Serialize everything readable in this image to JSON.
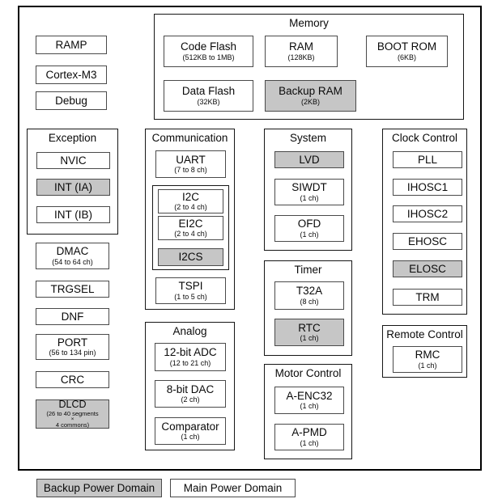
{
  "colors": {
    "backup_domain_fill": "#c6c6c6",
    "main_domain_fill": "#ffffff",
    "border": "#000000"
  },
  "cpu": {
    "blocks": [
      {
        "label": "RAMP"
      },
      {
        "label": "Cortex-M3"
      },
      {
        "label": "Debug"
      }
    ]
  },
  "memory": {
    "title": "Memory",
    "blocks": [
      {
        "label": "Code Flash",
        "sub": "(512KB to 1MB)"
      },
      {
        "label": "RAM",
        "sub": "(128KB)"
      },
      {
        "label": "BOOT ROM",
        "sub": "(6KB)"
      },
      {
        "label": "Data Flash",
        "sub": "(32KB)"
      },
      {
        "label": "Backup RAM",
        "sub": "(2KB)",
        "domain": "backup"
      }
    ]
  },
  "exception": {
    "title": "Exception",
    "blocks": [
      {
        "label": "NVIC"
      },
      {
        "label": "INT (IA)",
        "domain": "backup"
      },
      {
        "label": "INT (IB)"
      }
    ]
  },
  "left_col": {
    "blocks": [
      {
        "label": "DMAC",
        "sub": "(54 to 64 ch)"
      },
      {
        "label": "TRGSEL"
      },
      {
        "label": "DNF"
      },
      {
        "label": "PORT",
        "sub": "(56 to 134 pin)"
      },
      {
        "label": "CRC"
      },
      {
        "label": "DLCD",
        "sub1": "(26 to 40 segments",
        "sub2": "×",
        "sub3": "4 commons)",
        "domain": "backup"
      }
    ]
  },
  "comm": {
    "title": "Communication",
    "blocks": [
      {
        "label": "UART",
        "sub": "(7 to 8 ch)"
      },
      {
        "label": "I2C",
        "sub": "(2 to 4 ch)"
      },
      {
        "label": "EI2C",
        "sub": "(2 to 4 ch)"
      },
      {
        "label": "I2CS",
        "domain": "backup"
      },
      {
        "label": "TSPI",
        "sub": "(1 to 5 ch)"
      }
    ]
  },
  "analog": {
    "title": "Analog",
    "blocks": [
      {
        "label": "12-bit ADC",
        "sub": "(12 to 21 ch)"
      },
      {
        "label": "8-bit DAC",
        "sub": "(2 ch)"
      },
      {
        "label": "Comparator",
        "sub": "(1 ch)"
      }
    ]
  },
  "system": {
    "title": "System",
    "blocks": [
      {
        "label": "LVD",
        "domain": "backup"
      },
      {
        "label": "SIWDT",
        "sub": "(1 ch)"
      },
      {
        "label": "OFD",
        "sub": "(1 ch)"
      }
    ]
  },
  "timer": {
    "title": "Timer",
    "blocks": [
      {
        "label": "T32A",
        "sub": "(8 ch)"
      },
      {
        "label": "RTC",
        "sub": "(1 ch)",
        "domain": "backup"
      }
    ]
  },
  "motor": {
    "title": "Motor Control",
    "blocks": [
      {
        "label": "A-ENC32",
        "sub": "(1 ch)"
      },
      {
        "label": "A-PMD",
        "sub": "(1 ch)"
      }
    ]
  },
  "clock": {
    "title": "Clock Control",
    "blocks": [
      {
        "label": "PLL"
      },
      {
        "label": "IHOSC1"
      },
      {
        "label": "IHOSC2"
      },
      {
        "label": "EHOSC"
      },
      {
        "label": "ELOSC",
        "domain": "backup"
      },
      {
        "label": "TRM"
      }
    ]
  },
  "remote": {
    "title": "Remote Control",
    "blocks": [
      {
        "label": "RMC",
        "sub": "(1 ch)"
      }
    ]
  },
  "legend": {
    "backup": "Backup Power Domain",
    "main": "Main Power Domain"
  }
}
